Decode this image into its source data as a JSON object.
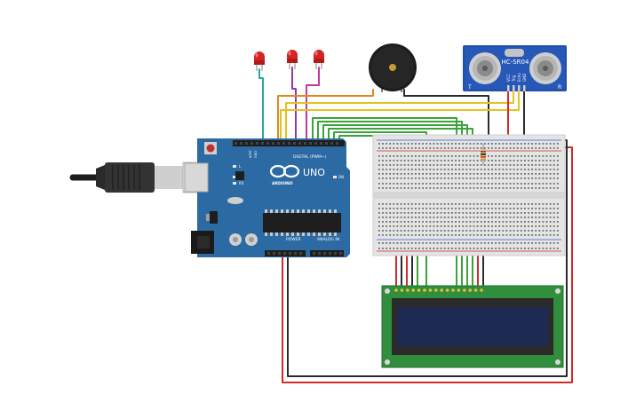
{
  "arduino": {
    "brand": "ARDUINO",
    "model": "UNO",
    "digital_label": "DIGITAL (PWM~)",
    "power_label": "POWER",
    "analog_label": "ANALOG IN",
    "led_tx": "TX",
    "led_rx": "RX",
    "led_l": "L",
    "led_on": "ON",
    "aref": "AREF",
    "gnd": "GND"
  },
  "sensor": {
    "model": "HC-SR04",
    "pins": [
      "VCC",
      "Trig",
      "Echo",
      "GND"
    ],
    "corner_left": "T",
    "corner_right": "R"
  },
  "colors": {
    "board": "#2c6aa4",
    "breadboard": "#e4e4e4",
    "lcd_pcb": "#2f8f3c",
    "lcd_screen": "#1d2a52",
    "wire_red": "#d42a2a",
    "wire_black": "#2b2b2b",
    "wire_green": "#3aa43a",
    "wire_yellow": "#e6c21c",
    "wire_purple": "#8e3aa8",
    "wire_teal": "#2aa3a3",
    "wire_magenta": "#c23aa0",
    "wire_orange": "#e08a1e"
  }
}
